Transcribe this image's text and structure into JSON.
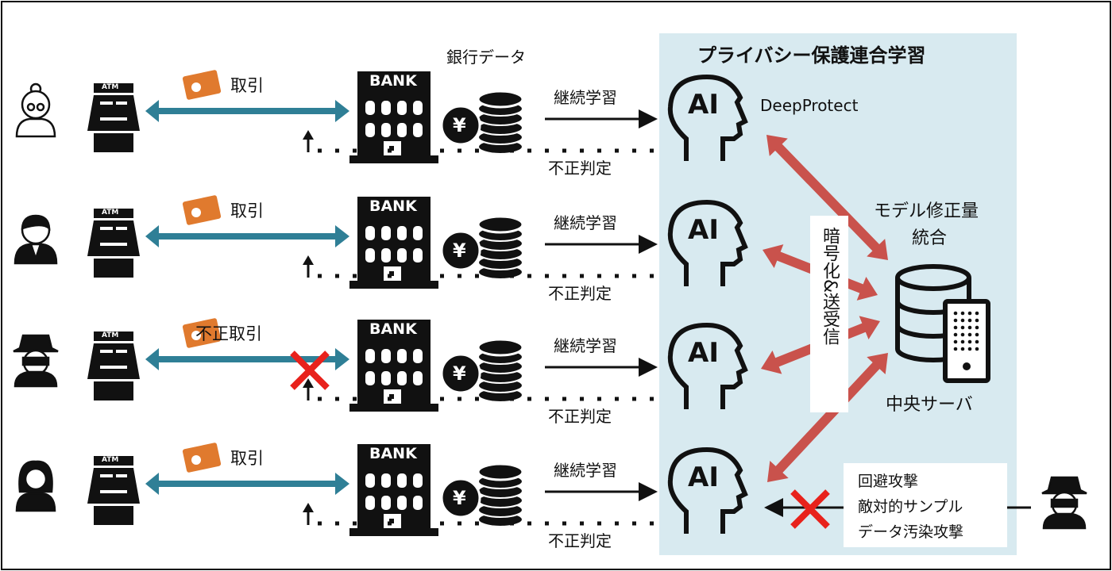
{
  "title": "プライバシー保護連合学習",
  "bank_data_label": "銀行データ",
  "bank_sign": "BANK",
  "atm_sign": "ATM",
  "ai_label": "AI",
  "yen_symbol": "¥",
  "product_name": "DeepProtect",
  "continual_learning_label": "継続学習",
  "fraud_judgement_label": "不正判定",
  "rows": [
    {
      "person": "elderly-woman",
      "transaction_label": "取引",
      "blocked": false
    },
    {
      "person": "man",
      "transaction_label": "取引",
      "blocked": false
    },
    {
      "person": "fraudster",
      "transaction_label": "不正取引",
      "blocked": true
    },
    {
      "person": "woman",
      "transaction_label": "取引",
      "blocked": false
    }
  ],
  "encryption_label": "暗号化&送受信",
  "server": {
    "caption_line1": "モデル修正量",
    "caption_line2": "統合",
    "name": "中央サーバ"
  },
  "attack": {
    "lines": [
      "回避攻撃",
      "敵対的サンプル",
      "データ汚染攻撃"
    ],
    "blocked": true
  },
  "colors": {
    "panel": "#d8eaf0",
    "transaction_arrow": "#2f7f96",
    "sync_arrow": "#c9524c",
    "block_x": "#e8221c",
    "money": "#e07a2e"
  }
}
